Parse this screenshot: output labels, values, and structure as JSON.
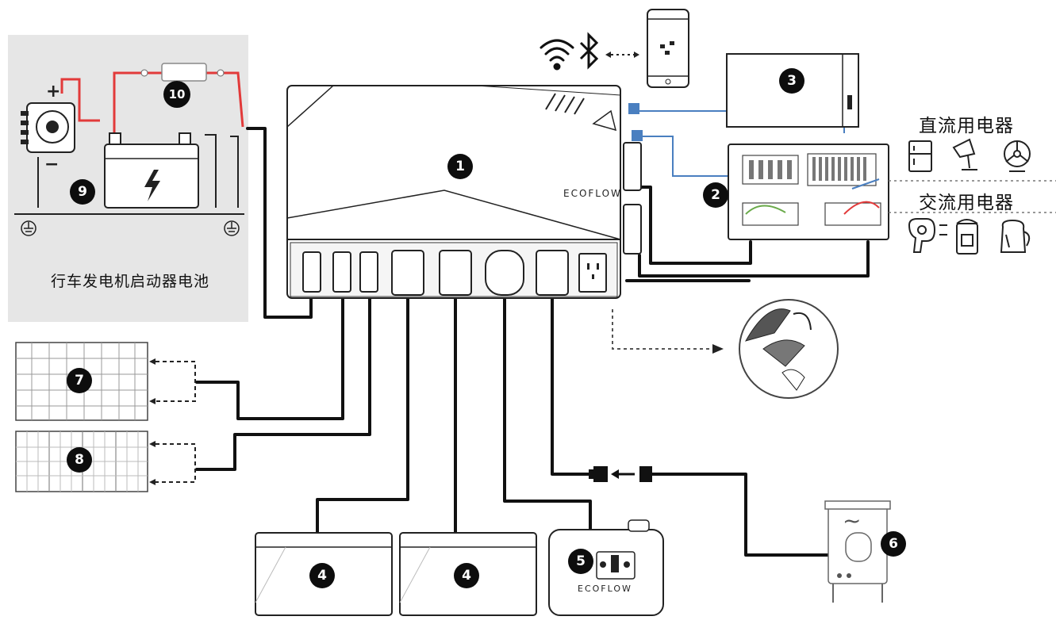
{
  "labels": {
    "dc_appliances": "直流用电器",
    "ac_appliances": "交流用电器",
    "vehicle_alternator": "行车发电机启动器电池"
  },
  "brand": {
    "hub": "ECOFLOW",
    "generator": "ECOFLOW"
  },
  "markers": {
    "m1": "1",
    "m2": "2",
    "m3": "3",
    "m4a": "4",
    "m4b": "4",
    "m5": "5",
    "m6": "6",
    "m7": "7",
    "m8": "8",
    "m9": "9",
    "m10": "10"
  },
  "icons": {
    "wifi": "wifi-icon",
    "bluetooth": "bluetooth-icon",
    "phone": "smartphone-icon",
    "fridge": "fridge-icon",
    "lamp": "desk-lamp-icon",
    "fan": "fan-icon",
    "hairdryer": "hair-dryer-icon",
    "blender": "blender-icon",
    "kettle": "kettle-icon",
    "battery_bolt": "lightning-bolt-icon",
    "ac_wave": "ac-wave-icon",
    "ground": "ground-icon"
  },
  "symbols": {
    "plus": "+",
    "minus": "−",
    "tilde": "~"
  },
  "colors": {
    "cable": "#111111",
    "red_wire": "#e23a3a",
    "blue_wire": "#4a7fc0",
    "panel_bg": "#e6e6e6",
    "outline": "#222222"
  }
}
